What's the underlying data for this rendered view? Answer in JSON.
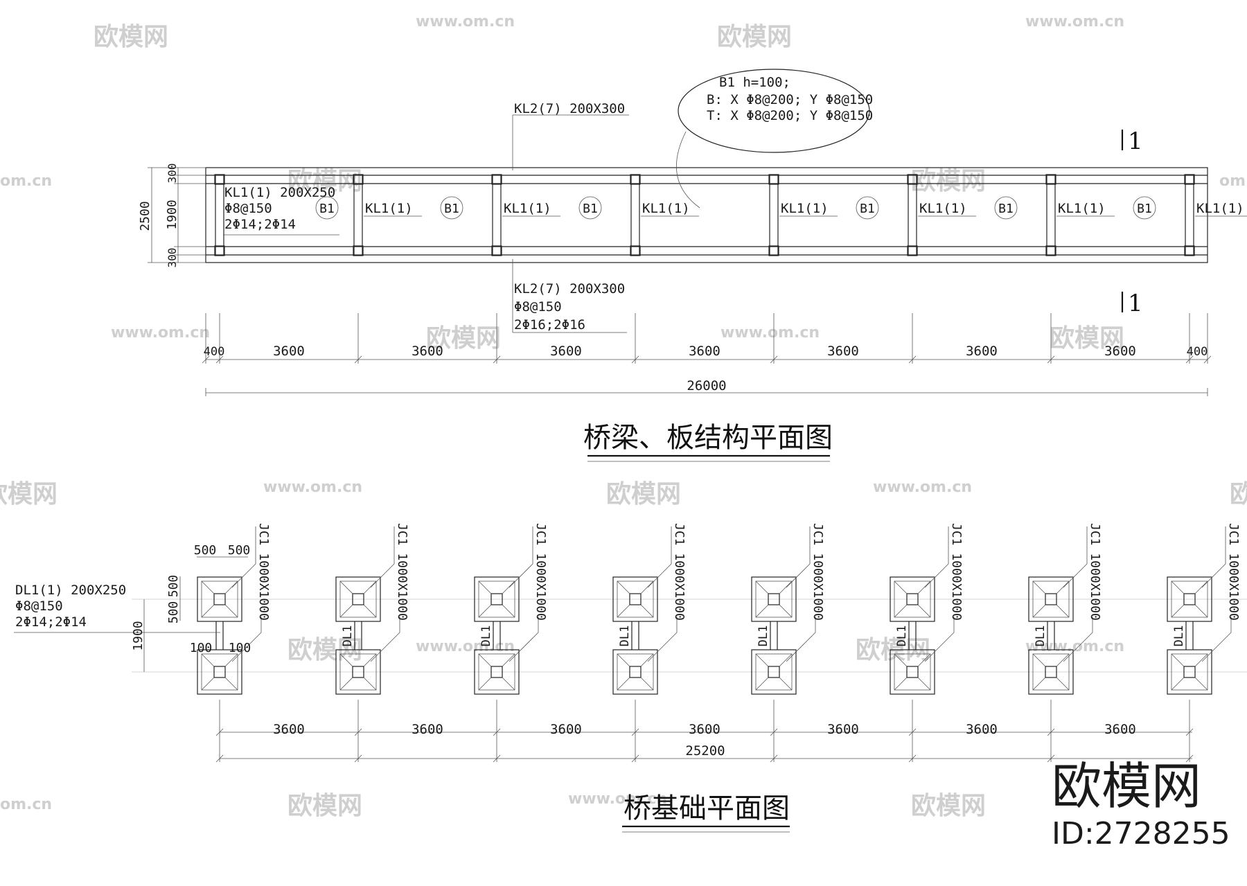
{
  "watermark": {
    "brand": "欧模网",
    "url": "www.om.cn",
    "url_short": "om.cn"
  },
  "top_plan": {
    "kl2_top": "KL2(7) 200X300",
    "kl2_bottom": [
      "KL2(7) 200X300",
      "Φ8@150",
      "2Φ16;2Φ16"
    ],
    "kl1_first": [
      "KL1(1) 200X250",
      "Φ8@150",
      "2Φ14;2Φ14"
    ],
    "kl1": "KL1(1)",
    "slab_tag": "B1",
    "bubble": [
      "B1  h=100;",
      "B: X  Φ8@200; Y  Φ8@150",
      "T: X  Φ8@200; Y  Φ8@150"
    ],
    "section_mark": "1",
    "dim_vertical": [
      "300",
      "1900",
      "300"
    ],
    "dim_total_vertical": "2500",
    "dim_spans": [
      "400",
      "3600",
      "3600",
      "3600",
      "3600",
      "3600",
      "3600",
      "3600",
      "400"
    ],
    "dim_total": "26000",
    "title": "桥梁、板结构平面图"
  },
  "bottom_plan": {
    "jc1": "JC1 1000X1000",
    "dl1_label": [
      "DL1(1) 200X250",
      "Φ8@150",
      "2Φ14;2Φ14"
    ],
    "dl1": "DL1",
    "dim_horiz": [
      "500",
      "500"
    ],
    "dim_vert": [
      "500",
      "500"
    ],
    "dim_1900": "1900",
    "dim_100": "100",
    "dim_100b": "100",
    "dim_spans": [
      "3600",
      "3600",
      "3600",
      "3600",
      "3600",
      "3600",
      "3600"
    ],
    "dim_total": "25200",
    "title": "桥基础平面图"
  },
  "brand_block": {
    "name": "欧模网",
    "id": "ID:2728255"
  }
}
